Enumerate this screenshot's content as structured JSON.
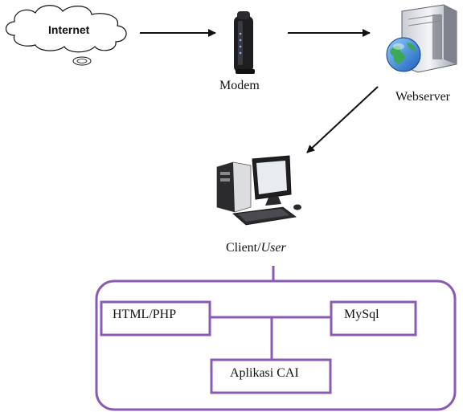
{
  "nodes": {
    "internet": "Internet",
    "modem": "Modem",
    "webserver": "Webserver",
    "client": "Client/",
    "client_user": "User"
  },
  "components": {
    "html_php": "HTML/PHP",
    "mysql": "MySql",
    "aplikasi": "Aplikasi CAI"
  },
  "colors": {
    "frame": "#8a5bb5",
    "arrow": "#111111"
  }
}
